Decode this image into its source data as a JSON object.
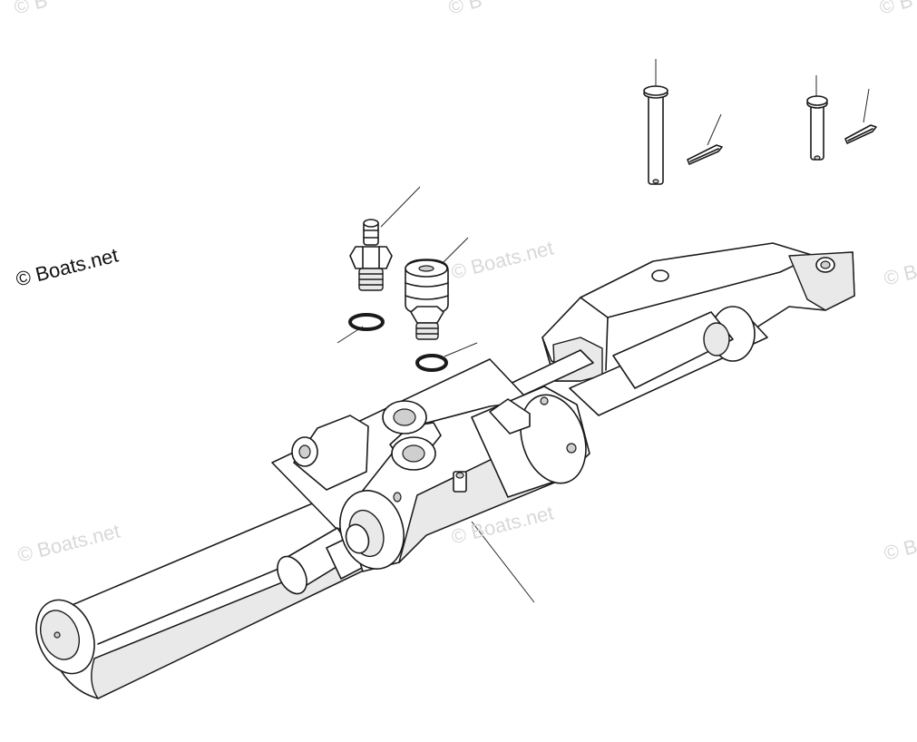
{
  "watermark": {
    "main": "© Boats.net",
    "faint": "© Boats.net",
    "edge": "© B"
  }
}
